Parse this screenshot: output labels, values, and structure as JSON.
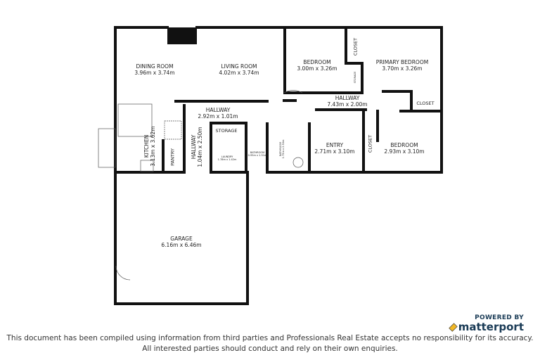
{
  "rooms": [
    {
      "name": "DINING ROOM",
      "dims": "3.96m x 3.74m"
    },
    {
      "name": "LIVING ROOM",
      "dims": "4.02m x 3.74m"
    },
    {
      "name": "BEDROOM",
      "dims": "3.00m x 3.26m"
    },
    {
      "name": "CLOSET"
    },
    {
      "name": "PRIMARY BEDROOM",
      "dims": "3.70m x 3.26m"
    },
    {
      "name": "STORAGE"
    },
    {
      "name": "HALLWAY",
      "dims": "7.43m x 2.00m"
    },
    {
      "name": "CLOSET"
    },
    {
      "name": "HALLWAY",
      "dims": "2.92m x 1.01m"
    },
    {
      "name": "KITCHEN",
      "dims": "3.13m x 3.62m"
    },
    {
      "name": "PANTRY"
    },
    {
      "name": "HALLWAY",
      "dims": "1.04m x 2.50m"
    },
    {
      "name": "STORAGE"
    },
    {
      "name": "LAUNDRY",
      "dims": "1.78m x 1.42m"
    },
    {
      "name": "BATHROOM",
      "dims": "0.95m x 1.51m"
    },
    {
      "name": "BATHROOM",
      "dims": "1.75m x 2.50m"
    },
    {
      "name": "ENTRY",
      "dims": "2.71m x 3.10m"
    },
    {
      "name": "CLOSET"
    },
    {
      "name": "BEDROOM",
      "dims": "2.93m x 3.10m"
    },
    {
      "name": "GARAGE",
      "dims": "6.16m x 6.46m"
    }
  ],
  "branding": {
    "powered_by": "POWERED BY",
    "logo_text": "matterport",
    "logo_color": "#1a3b56",
    "cube_color": "#f2b824"
  },
  "disclaimer": {
    "line1": "This document has been compiled using information from third parties and Professionals Real Estate accepts no responsibility for its accuracy.",
    "line2": "All interested parties should conduct and rely on their own enquiries."
  }
}
